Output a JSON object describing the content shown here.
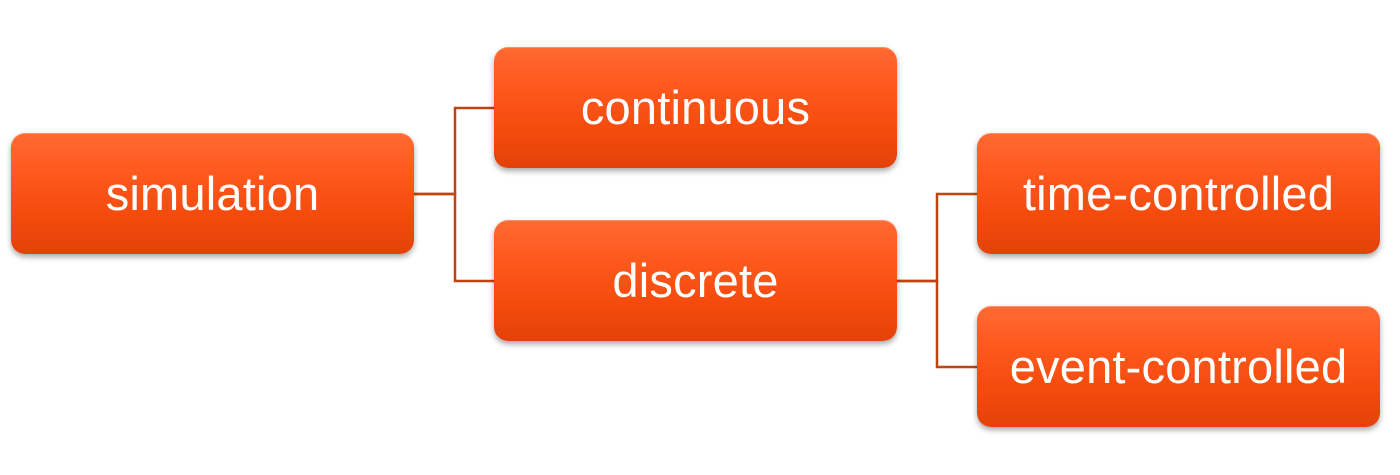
{
  "diagram": {
    "nodes": {
      "simulation": "simulation",
      "continuous": "continuous",
      "discrete": "discrete",
      "time_controlled": "time-controlled",
      "event_controlled": "event-controlled"
    },
    "edges": [
      {
        "from": "simulation",
        "to": "continuous"
      },
      {
        "from": "simulation",
        "to": "discrete"
      },
      {
        "from": "discrete",
        "to": "time_controlled"
      },
      {
        "from": "discrete",
        "to": "event_controlled"
      }
    ],
    "colors": {
      "node_fill": "#ff5a1f",
      "node_text": "#ffffff",
      "connector": "#c0440f"
    }
  }
}
